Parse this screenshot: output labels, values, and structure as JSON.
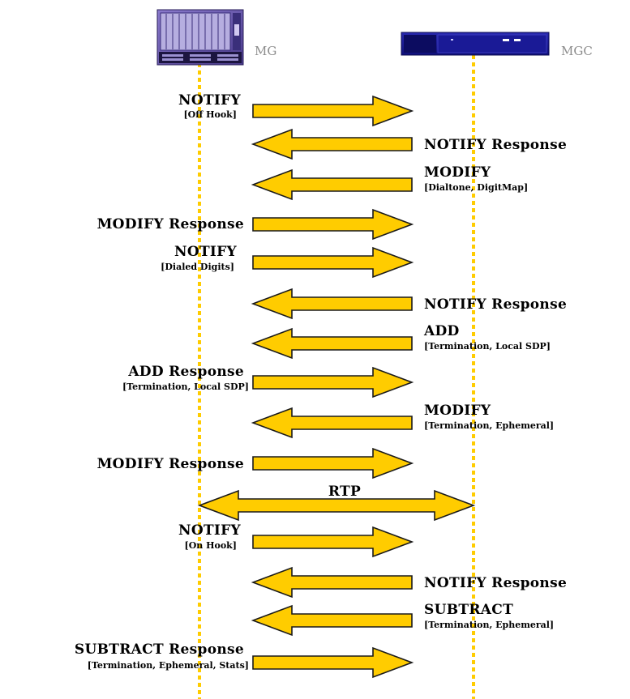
{
  "nodes": {
    "mg": {
      "label": "MG"
    },
    "mgc": {
      "label": "MGC"
    }
  },
  "colors": {
    "arrow_fill": "#ffcc00",
    "arrow_stroke": "#1a1a1a",
    "lifeline": "#ffcc00",
    "mg_device": "#5a4a9c",
    "mgc_device": "#1a1a9a",
    "node_label": "#8c8c8c"
  },
  "messages": [
    {
      "id": "m1",
      "main": "NOTIFY",
      "sub": "[Off Hook]",
      "direction": "to-mgc"
    },
    {
      "id": "m2",
      "main": "NOTIFY Response",
      "sub": "",
      "direction": "to-mg"
    },
    {
      "id": "m3",
      "main": "MODIFY",
      "sub": "[Dialtone, DigitMap]",
      "direction": "to-mg"
    },
    {
      "id": "m4",
      "main": "MODIFY Response",
      "sub": "",
      "direction": "to-mgc"
    },
    {
      "id": "m5",
      "main": "NOTIFY",
      "sub": "[Dialed Digits]",
      "direction": "to-mgc"
    },
    {
      "id": "m6",
      "main": "NOTIFY Response",
      "sub": "",
      "direction": "to-mg"
    },
    {
      "id": "m7",
      "main": "ADD",
      "sub": "[Termination, Local SDP]",
      "direction": "to-mg"
    },
    {
      "id": "m8",
      "main": "ADD Response",
      "sub": "[Termination, Local SDP]",
      "direction": "to-mgc"
    },
    {
      "id": "m9",
      "main": "MODIFY",
      "sub": "[Termination, Ephemeral]",
      "direction": "to-mg"
    },
    {
      "id": "m10",
      "main": "MODIFY Response",
      "sub": "",
      "direction": "to-mgc"
    },
    {
      "id": "m11",
      "main": "RTP",
      "sub": "",
      "direction": "both"
    },
    {
      "id": "m12",
      "main": "NOTIFY",
      "sub": "[On Hook]",
      "direction": "to-mgc"
    },
    {
      "id": "m13",
      "main": "NOTIFY Response",
      "sub": "",
      "direction": "to-mg"
    },
    {
      "id": "m14",
      "main": "SUBTRACT",
      "sub": "[Termination, Ephemeral]",
      "direction": "to-mg"
    },
    {
      "id": "m15",
      "main": "SUBTRACT Response",
      "sub": "[Termination, Ephemeral, Stats]",
      "direction": "to-mgc"
    }
  ]
}
